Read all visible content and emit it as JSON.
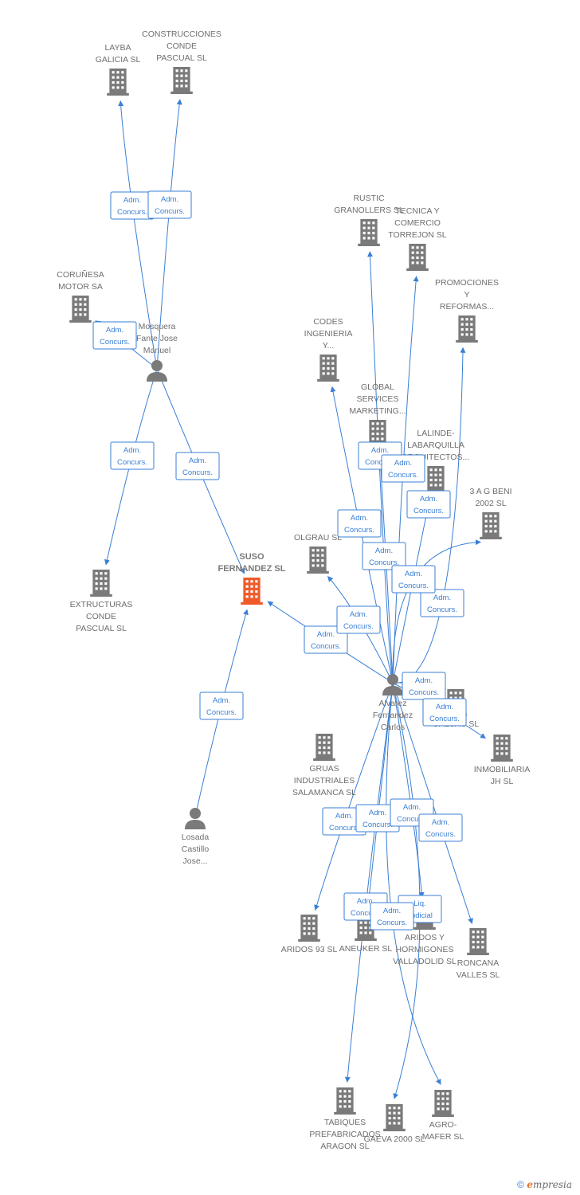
{
  "colors": {
    "edge": "#3a7fd5",
    "node": "#7a7a7a",
    "focus": "#f05a28"
  },
  "nodes": [
    {
      "id": "layba",
      "type": "company",
      "lines": [
        "LAYBA",
        "GALICIA SL"
      ]
    },
    {
      "id": "construcciones",
      "type": "company",
      "lines": [
        "CONSTRUCCIONES",
        "CONDE",
        "PASCUAL SL"
      ]
    },
    {
      "id": "corunesa",
      "type": "company",
      "lines": [
        "CORUÑESA",
        "MOTOR SA"
      ]
    },
    {
      "id": "mosquera",
      "type": "person",
      "lines": [
        "Mosquera",
        "Fante Jose",
        "Manuel"
      ]
    },
    {
      "id": "extructuras",
      "type": "company",
      "lines": [
        "EXTRUCTURAS",
        "CONDE",
        "PASCUAL SL"
      ]
    },
    {
      "id": "suso",
      "type": "company",
      "focus": true,
      "lines": [
        "SUSO",
        "FERNANDEZ SL"
      ]
    },
    {
      "id": "losada",
      "type": "person",
      "lines": [
        "Losada",
        "Castillo",
        "Jose..."
      ]
    },
    {
      "id": "rustic",
      "type": "company",
      "lines": [
        "RUSTIC",
        "GRANOLLERS SL"
      ]
    },
    {
      "id": "tecnica",
      "type": "company",
      "lines": [
        "TECNICA Y",
        "COMERCIO",
        "TORREJON SL"
      ]
    },
    {
      "id": "promociones",
      "type": "company",
      "lines": [
        "PROMOCIONES",
        "Y",
        "REFORMAS..."
      ]
    },
    {
      "id": "codes",
      "type": "company",
      "lines": [
        "CODES",
        "INGENIERIA",
        "Y..."
      ]
    },
    {
      "id": "global",
      "type": "company",
      "lines": [
        "GLOBAL",
        "SERVICES",
        "MARKETING..."
      ]
    },
    {
      "id": "lalinde",
      "type": "company",
      "lines": [
        "LALINDE-",
        "LABARQUILLA",
        "ARQUITECTOS..."
      ]
    },
    {
      "id": "aag",
      "type": "company",
      "lines": [
        "3 A G BENI",
        "2002 SL"
      ]
    },
    {
      "id": "olgrau",
      "type": "company",
      "lines": [
        "OLGRAU SL"
      ]
    },
    {
      "id": "alvarez",
      "type": "person",
      "lines": [
        "Alvarez",
        "Fernandez",
        "Carlos"
      ]
    },
    {
      "id": "galsac",
      "type": "company",
      "lines": [
        "GALSAC SL"
      ]
    },
    {
      "id": "inmobiliaria",
      "type": "company",
      "lines": [
        "INMOBILIARIA",
        "JH SL"
      ]
    },
    {
      "id": "gruas",
      "type": "company",
      "lines": [
        "GRUAS",
        "INDUSTRIALES",
        "SALAMANCA SL"
      ]
    },
    {
      "id": "aridos93",
      "type": "company",
      "lines": [
        "ARIDOS 93 SL"
      ]
    },
    {
      "id": "aneuker",
      "type": "company",
      "lines": [
        "ANEUKER SL"
      ]
    },
    {
      "id": "aridoshv",
      "type": "company",
      "lines": [
        "ARIDOS Y",
        "HORMIGONES",
        "VALLADOLID SL"
      ]
    },
    {
      "id": "roncana",
      "type": "company",
      "lines": [
        "RONCANA",
        "VALLES SL"
      ]
    },
    {
      "id": "tabiques",
      "type": "company",
      "lines": [
        "TABIQUES",
        "PREFABRICADOS",
        "ARAGON SL"
      ]
    },
    {
      "id": "gaeva",
      "type": "company",
      "lines": [
        "GAEVA 2000 SL"
      ]
    },
    {
      "id": "agro",
      "type": "company",
      "lines": [
        "AGRO-",
        "MAFER SL"
      ]
    }
  ],
  "edges": [
    {
      "from": "mosquera",
      "to": "layba",
      "lines": [
        "Adm.",
        "Concurs."
      ]
    },
    {
      "from": "mosquera",
      "to": "construcciones",
      "lines": [
        "Adm.",
        "Concurs."
      ]
    },
    {
      "from": "mosquera",
      "to": "corunesa",
      "lines": [
        "Adm.",
        "Concurs."
      ]
    },
    {
      "from": "mosquera",
      "to": "extructuras",
      "lines": [
        "Adm.",
        "Concurs."
      ]
    },
    {
      "from": "mosquera",
      "to": "suso",
      "lines": [
        "Adm.",
        "Concurs."
      ]
    },
    {
      "from": "losada",
      "to": "suso",
      "lines": [
        "Adm.",
        "Concurs."
      ]
    },
    {
      "from": "alvarez",
      "to": "suso",
      "lines": [
        "Adm.",
        "Concurs."
      ]
    },
    {
      "from": "alvarez",
      "to": "olgrau",
      "lines": [
        "Adm.",
        "Concurs."
      ]
    },
    {
      "from": "alvarez",
      "to": "codes",
      "lines": [
        "Adm.",
        "Concurs."
      ]
    },
    {
      "from": "alvarez",
      "to": "global",
      "lines": [
        "Adm.",
        "Concurs."
      ]
    },
    {
      "from": "alvarez",
      "to": "rustic",
      "lines": [
        "Adm.",
        "Concurs."
      ]
    },
    {
      "from": "alvarez",
      "to": "tecnica",
      "lines": [
        "Adm.",
        "Concurs."
      ]
    },
    {
      "from": "alvarez",
      "to": "lalinde",
      "lines": [
        "Adm.",
        "Concurs."
      ]
    },
    {
      "from": "alvarez",
      "to": "promociones",
      "lines": [
        "Adm.",
        "Concurs."
      ]
    },
    {
      "from": "alvarez",
      "to": "aag",
      "lines": [
        "Adm.",
        "Concurs."
      ]
    },
    {
      "from": "alvarez",
      "to": "galsac",
      "lines": [
        "Adm.",
        "Concurs."
      ]
    },
    {
      "from": "alvarez",
      "to": "inmobiliaria",
      "lines": [
        "Adm.",
        "Concurs."
      ]
    },
    {
      "from": "alvarez",
      "to": "aridos93",
      "lines": [
        "Adm.",
        "Concurs."
      ]
    },
    {
      "from": "alvarez",
      "to": "aneuker",
      "lines": [
        "Adm.",
        "Concurs."
      ]
    },
    {
      "from": "alvarez",
      "to": "aridoshv",
      "lines": [
        "Adm.",
        "Concurs."
      ]
    },
    {
      "from": "alvarez",
      "to": "roncana",
      "lines": [
        "Adm.",
        "Concurs."
      ]
    },
    {
      "from": "alvarez",
      "to": "tabiques",
      "lines": [
        "Adm.",
        "Concurs."
      ]
    },
    {
      "from": "alvarez",
      "to": "gaeva",
      "lines": [
        "Liq.",
        "Judicial"
      ]
    },
    {
      "from": "alvarez",
      "to": "agro",
      "lines": [
        "Adm.",
        "Concurs."
      ]
    }
  ],
  "footer": {
    "copyright": "©",
    "brand_e": "e",
    "brand_rest": "mpresia"
  }
}
